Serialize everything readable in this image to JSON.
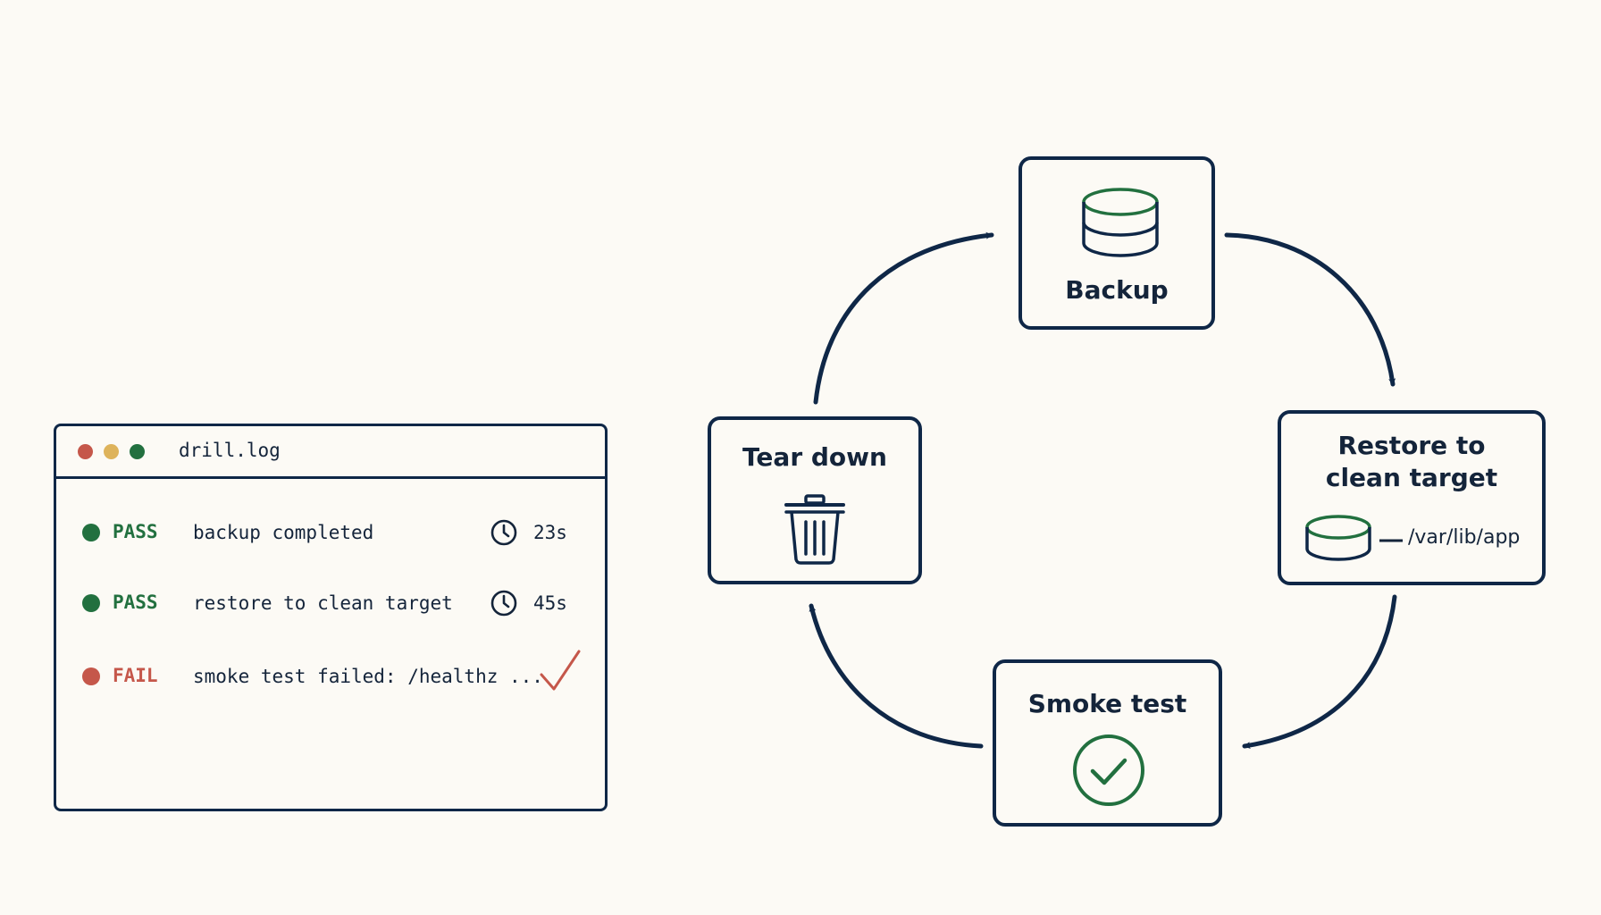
{
  "log_window": {
    "title": "drill.log",
    "rows": [
      {
        "status": "PASS",
        "message": "backup completed",
        "duration": "23s"
      },
      {
        "status": "PASS",
        "message": "restore to clean target",
        "duration": "45s"
      },
      {
        "status": "FAIL",
        "message": "smoke test failed: /healthz ..."
      }
    ]
  },
  "cycle": {
    "backup": {
      "label": "Backup"
    },
    "restore": {
      "label_line1": "Restore to",
      "label_line2": "clean target",
      "mount_path": "/var/lib/app"
    },
    "smoke_test": {
      "label": "Smoke test"
    },
    "tear_down": {
      "label": "Tear down"
    }
  },
  "colors": {
    "navy": "#0f2747",
    "pass_green": "#22703f",
    "fail_red": "#c5574a",
    "window_yellow": "#deb35b",
    "background": "#fcfaf5"
  },
  "icons": {
    "backup": "database-icon",
    "restore": "disk-icon",
    "smoke_test": "check-circle-icon",
    "tear_down": "trash-icon",
    "duration": "clock-icon",
    "fail_row": "checkmark-icon"
  }
}
